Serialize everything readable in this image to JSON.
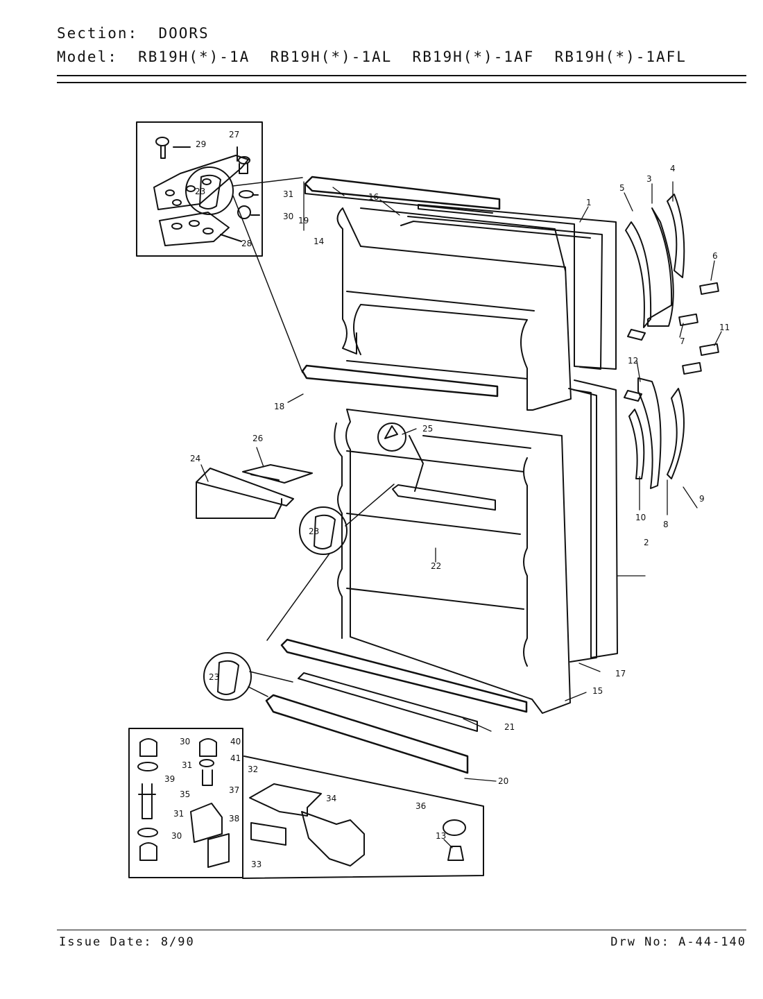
{
  "header": {
    "section_label": "Section:",
    "section_value": "DOORS",
    "model_label": "Model:",
    "models": [
      "RB19H(*)-1A",
      "RB19H(*)-1AL",
      "RB19H(*)-1AF",
      "RB19H(*)-1AFL"
    ]
  },
  "footer": {
    "issue_date": "Issue Date: 8/90",
    "drawing_no": "Drw No: A-44-140"
  },
  "callouts": [
    "1",
    "2",
    "3",
    "4",
    "5",
    "6",
    "7",
    "8",
    "9",
    "10",
    "11",
    "12",
    "13",
    "14",
    "15",
    "16",
    "17",
    "18",
    "19",
    "20",
    "21",
    "22",
    "23",
    "23",
    "23",
    "24",
    "25",
    "26",
    "27",
    "28",
    "29",
    "30",
    "30",
    "30",
    "31",
    "31",
    "31",
    "32",
    "33",
    "34",
    "35",
    "36",
    "37",
    "38",
    "39",
    "40",
    "41"
  ]
}
